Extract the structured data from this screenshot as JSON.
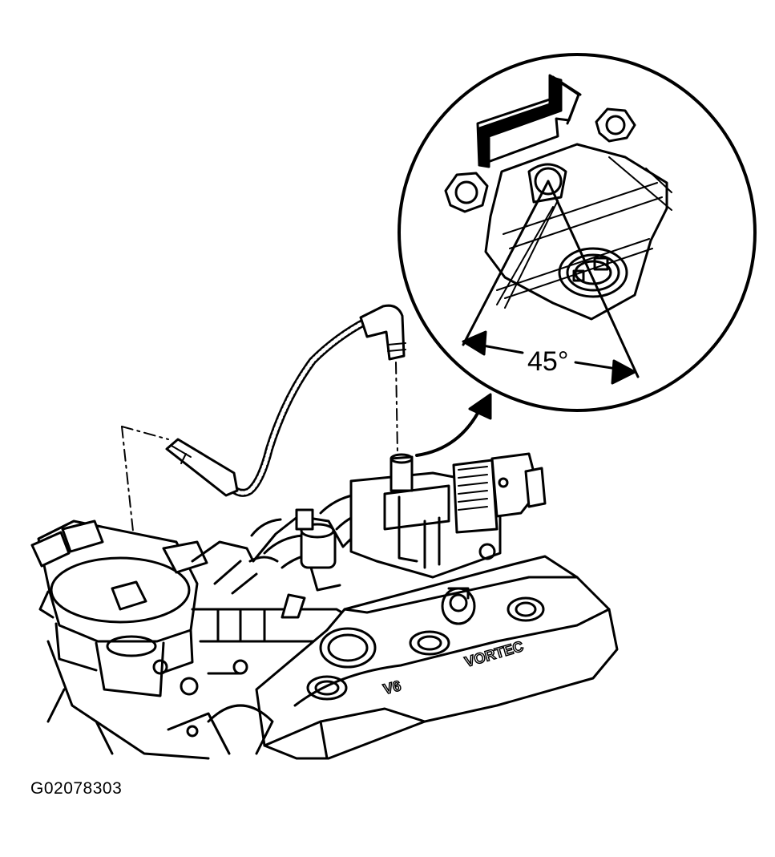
{
  "diagram": {
    "angle_label": "45°",
    "embossed_text_1": "VORTEC",
    "embossed_text_2": "V6"
  },
  "figure_id": "G02078303"
}
